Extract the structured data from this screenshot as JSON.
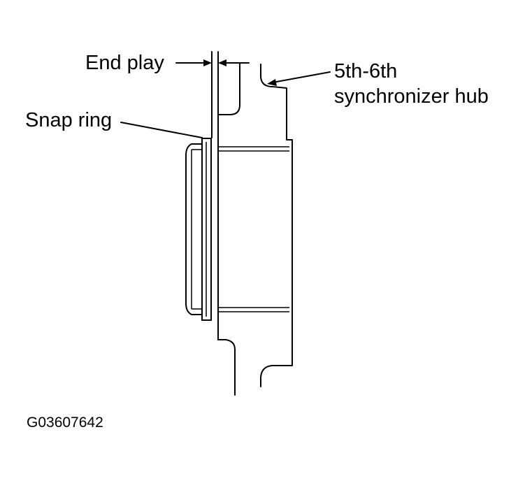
{
  "diagram": {
    "labels": {
      "end_play": "End play",
      "snap_ring": "Snap ring",
      "hub_line1": "5th-6th",
      "hub_line2": "synchronizer hub"
    },
    "figure_code": "G03607642"
  }
}
